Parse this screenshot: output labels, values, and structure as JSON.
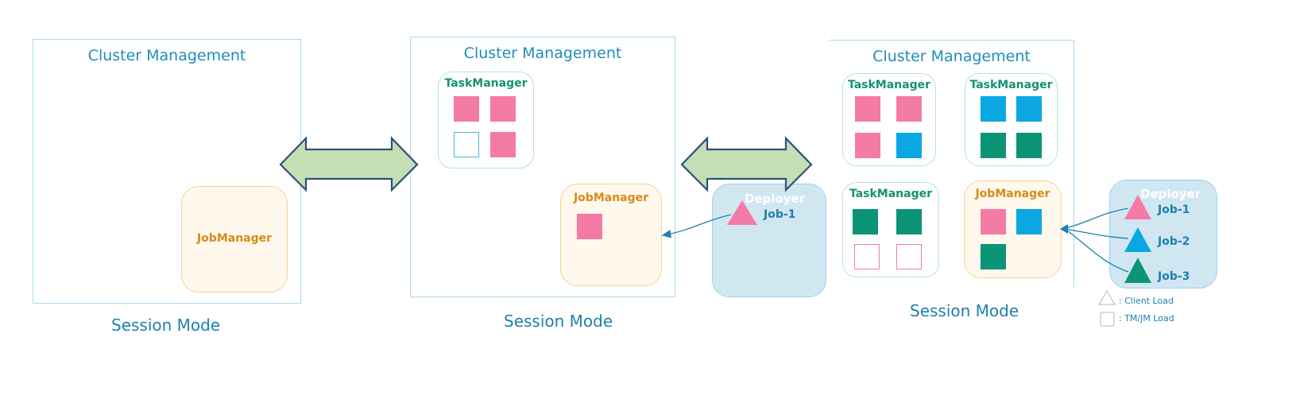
{
  "diagrams": [
    {
      "cluster_title": "Cluster Management",
      "job_manager": "JobManager",
      "caption": "Session Mode"
    },
    {
      "cluster_title": "Cluster Management",
      "task_manager": "TaskManager",
      "job_manager": "JobManager",
      "deployer": "Deployer",
      "jobs": [
        "Job-1"
      ],
      "caption": "Session Mode"
    },
    {
      "cluster_title": "Cluster Management",
      "task_managers": [
        "TaskManager",
        "TaskManager",
        "TaskManager"
      ],
      "job_manager": "JobManager",
      "deployer": "Deployer",
      "jobs": [
        "Job-1",
        "Job-2",
        "Job-3"
      ],
      "caption": "Session Mode"
    }
  ],
  "legend": {
    "client_load": ": Client Load",
    "tm_jm_load": ": TM/JM Load"
  },
  "colors": {
    "job1": "#f37ba5",
    "job2": "#0aa7e3",
    "job3": "#0c9476",
    "arrow_fill": "#c5dfb4",
    "arrow_stroke": "#2e4f7c"
  }
}
